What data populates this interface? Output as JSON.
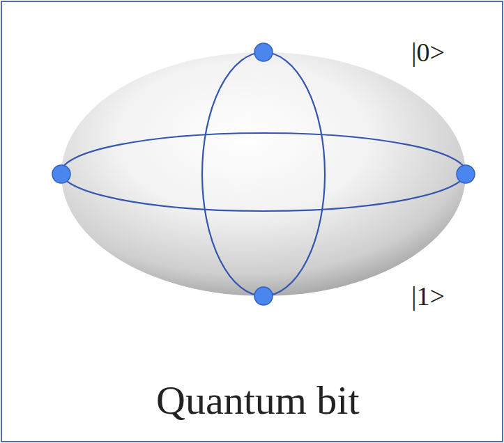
{
  "diagram": {
    "caption": "Quantum bit",
    "labels": [
      "|0>",
      "|1>"
    ]
  }
}
